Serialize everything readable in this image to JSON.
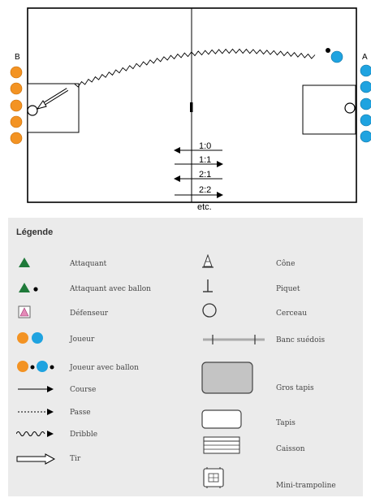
{
  "field": {
    "team_left_label": "B",
    "team_right_label": "A",
    "colors": {
      "orange": "#f39323",
      "blue": "#1fa3e0",
      "attacker": "#1f7a3a",
      "defender": "#e48bb8"
    },
    "scores": [
      "1:0",
      "1:1",
      "2:1",
      "2:2",
      "etc."
    ]
  },
  "legend": {
    "title": "Légende",
    "items": {
      "attaquant": "Attaquant",
      "attaquant_ballon": "Attaquant avec ballon",
      "defenseur": "Défenseur",
      "joueur": "Joueur",
      "joueur_ballon": "Joueur avec ballon",
      "course": "Course",
      "passe": "Passe",
      "dribble": "Dribble",
      "tir": "Tir",
      "cone": "Cône",
      "piquet": "Piquet",
      "cerceau": "Cerceau",
      "banc": "Banc suédois",
      "gros_tapis": "Gros tapis",
      "tapis": "Tapis",
      "caisson": "Caisson",
      "mini_trampoline": "Mini-trampoline"
    }
  }
}
